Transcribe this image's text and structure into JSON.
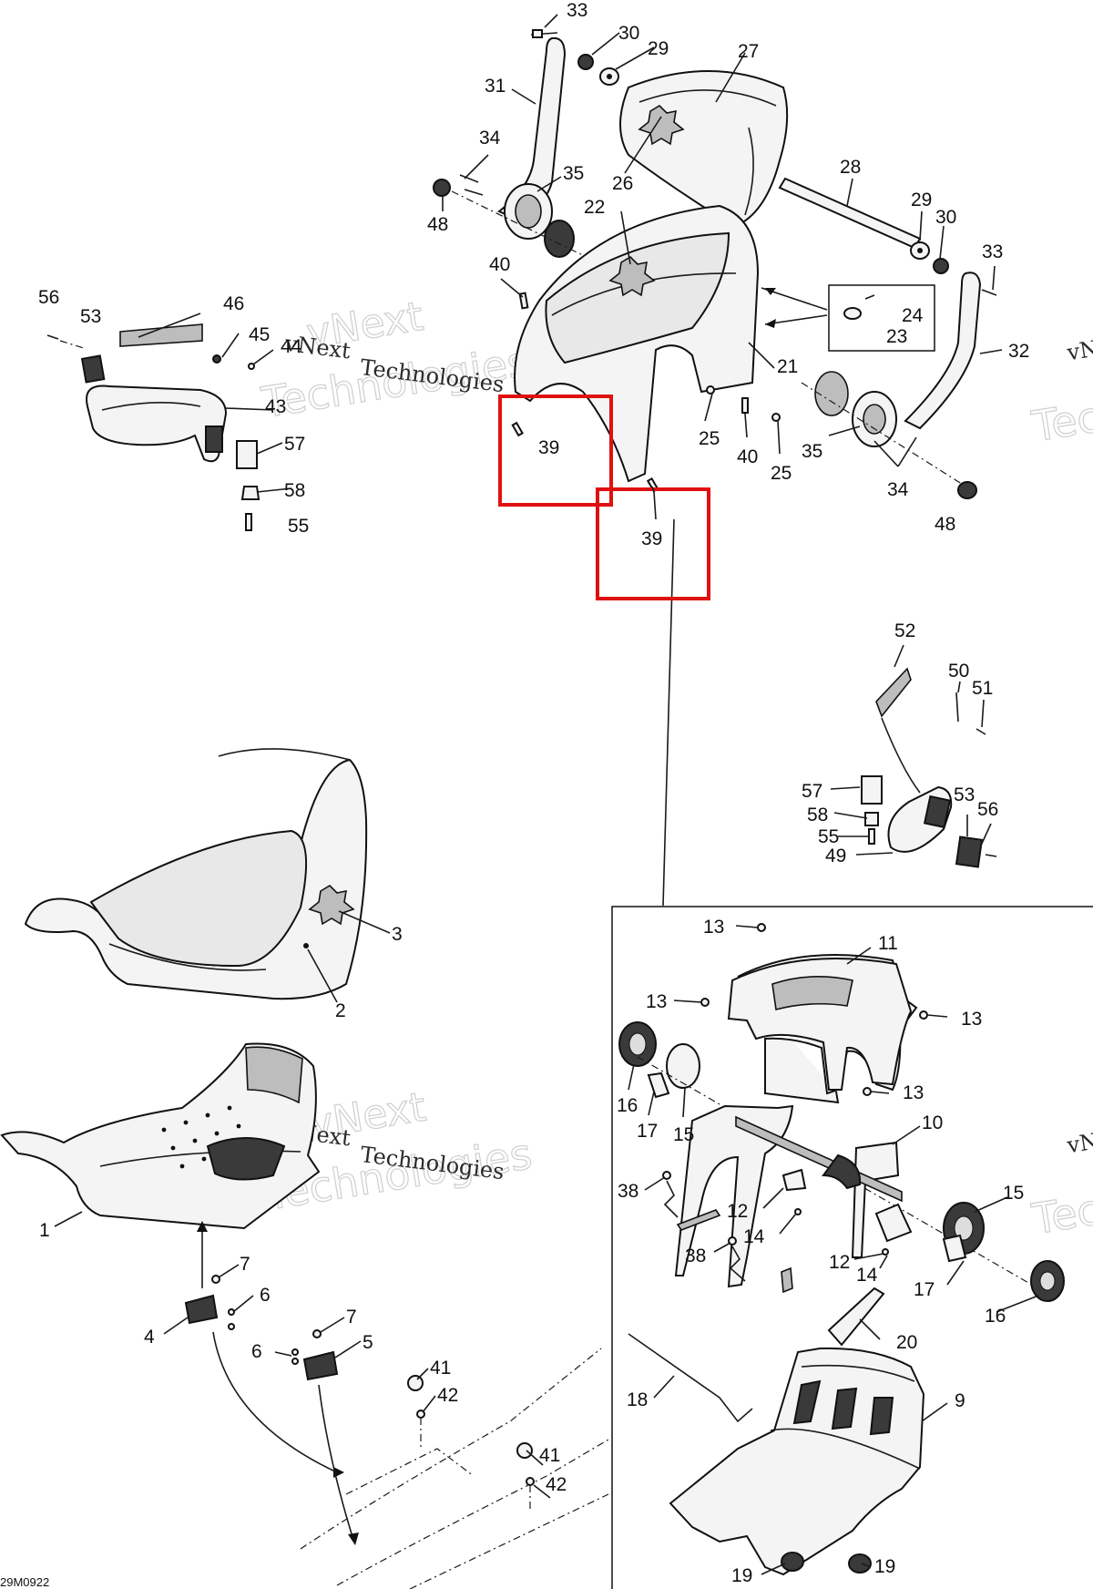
{
  "diagram_code": "29M0922",
  "watermarks": [
    {
      "id": "wm1",
      "line1": "vNext",
      "line2": "Technologies"
    },
    {
      "id": "wm2",
      "line1": "vNext",
      "line2": "Technologies"
    },
    {
      "id": "wm3",
      "line1": "vNext",
      "line2": "Technologies"
    },
    {
      "id": "wm4",
      "line1": "vNext",
      "line2": "Technologies"
    }
  ],
  "highlight_color": "#e01010",
  "parts": [
    {
      "id": "p33a",
      "label": "33"
    },
    {
      "id": "p30a",
      "label": "30"
    },
    {
      "id": "p29a",
      "label": "29"
    },
    {
      "id": "p27",
      "label": "27"
    },
    {
      "id": "p31",
      "label": "31"
    },
    {
      "id": "p34a",
      "label": "34"
    },
    {
      "id": "p35a",
      "label": "35"
    },
    {
      "id": "p26",
      "label": "26"
    },
    {
      "id": "p28",
      "label": "28"
    },
    {
      "id": "p48a",
      "label": "48"
    },
    {
      "id": "p22",
      "label": "22"
    },
    {
      "id": "p29b",
      "label": "29"
    },
    {
      "id": "p30b",
      "label": "30"
    },
    {
      "id": "p33b",
      "label": "33"
    },
    {
      "id": "p40a",
      "label": "40"
    },
    {
      "id": "p56a",
      "label": "56"
    },
    {
      "id": "p53a",
      "label": "53"
    },
    {
      "id": "p46",
      "label": "46"
    },
    {
      "id": "p45",
      "label": "45"
    },
    {
      "id": "p44",
      "label": "44"
    },
    {
      "id": "p24",
      "label": "24"
    },
    {
      "id": "p23",
      "label": "23"
    },
    {
      "id": "p32",
      "label": "32"
    },
    {
      "id": "p21",
      "label": "21"
    },
    {
      "id": "p43",
      "label": "43"
    },
    {
      "id": "p57a",
      "label": "57"
    },
    {
      "id": "p39a",
      "label": "39"
    },
    {
      "id": "p25a",
      "label": "25"
    },
    {
      "id": "p40b",
      "label": "40"
    },
    {
      "id": "p25b",
      "label": "25"
    },
    {
      "id": "p35b",
      "label": "35"
    },
    {
      "id": "p58a",
      "label": "58"
    },
    {
      "id": "p55a",
      "label": "55"
    },
    {
      "id": "p34b",
      "label": "34"
    },
    {
      "id": "p48b",
      "label": "48"
    },
    {
      "id": "p39b",
      "label": "39"
    },
    {
      "id": "p52",
      "label": "52"
    },
    {
      "id": "p50",
      "label": "50"
    },
    {
      "id": "p51",
      "label": "51"
    },
    {
      "id": "p57b",
      "label": "57"
    },
    {
      "id": "p53b",
      "label": "53"
    },
    {
      "id": "p56b",
      "label": "56"
    },
    {
      "id": "p58b",
      "label": "58"
    },
    {
      "id": "p55b",
      "label": "55"
    },
    {
      "id": "p49",
      "label": "49"
    },
    {
      "id": "p3",
      "label": "3"
    },
    {
      "id": "p2",
      "label": "2"
    },
    {
      "id": "p13a",
      "label": "13"
    },
    {
      "id": "p11",
      "label": "11"
    },
    {
      "id": "p13b",
      "label": "13"
    },
    {
      "id": "p13c",
      "label": "13"
    },
    {
      "id": "p13d",
      "label": "13"
    },
    {
      "id": "p16a",
      "label": "16"
    },
    {
      "id": "p17a",
      "label": "17"
    },
    {
      "id": "p15a",
      "label": "15"
    },
    {
      "id": "p10",
      "label": "10"
    },
    {
      "id": "p1",
      "label": "1"
    },
    {
      "id": "p38a",
      "label": "38"
    },
    {
      "id": "p12a",
      "label": "12"
    },
    {
      "id": "p14a",
      "label": "14"
    },
    {
      "id": "p15b",
      "label": "15"
    },
    {
      "id": "p38b",
      "label": "38"
    },
    {
      "id": "p12b",
      "label": "12"
    },
    {
      "id": "p14b",
      "label": "14"
    },
    {
      "id": "p17b",
      "label": "17"
    },
    {
      "id": "p16b",
      "label": "16"
    },
    {
      "id": "p7a",
      "label": "7"
    },
    {
      "id": "p6a",
      "label": "6"
    },
    {
      "id": "p4",
      "label": "4"
    },
    {
      "id": "p7b",
      "label": "7"
    },
    {
      "id": "p5",
      "label": "5"
    },
    {
      "id": "p6b",
      "label": "6"
    },
    {
      "id": "p20",
      "label": "20"
    },
    {
      "id": "p41a",
      "label": "41"
    },
    {
      "id": "p42a",
      "label": "42"
    },
    {
      "id": "p18",
      "label": "18"
    },
    {
      "id": "p9",
      "label": "9"
    },
    {
      "id": "p41b",
      "label": "41"
    },
    {
      "id": "p42b",
      "label": "42"
    },
    {
      "id": "p19a",
      "label": "19"
    },
    {
      "id": "p19b",
      "label": "19"
    }
  ]
}
